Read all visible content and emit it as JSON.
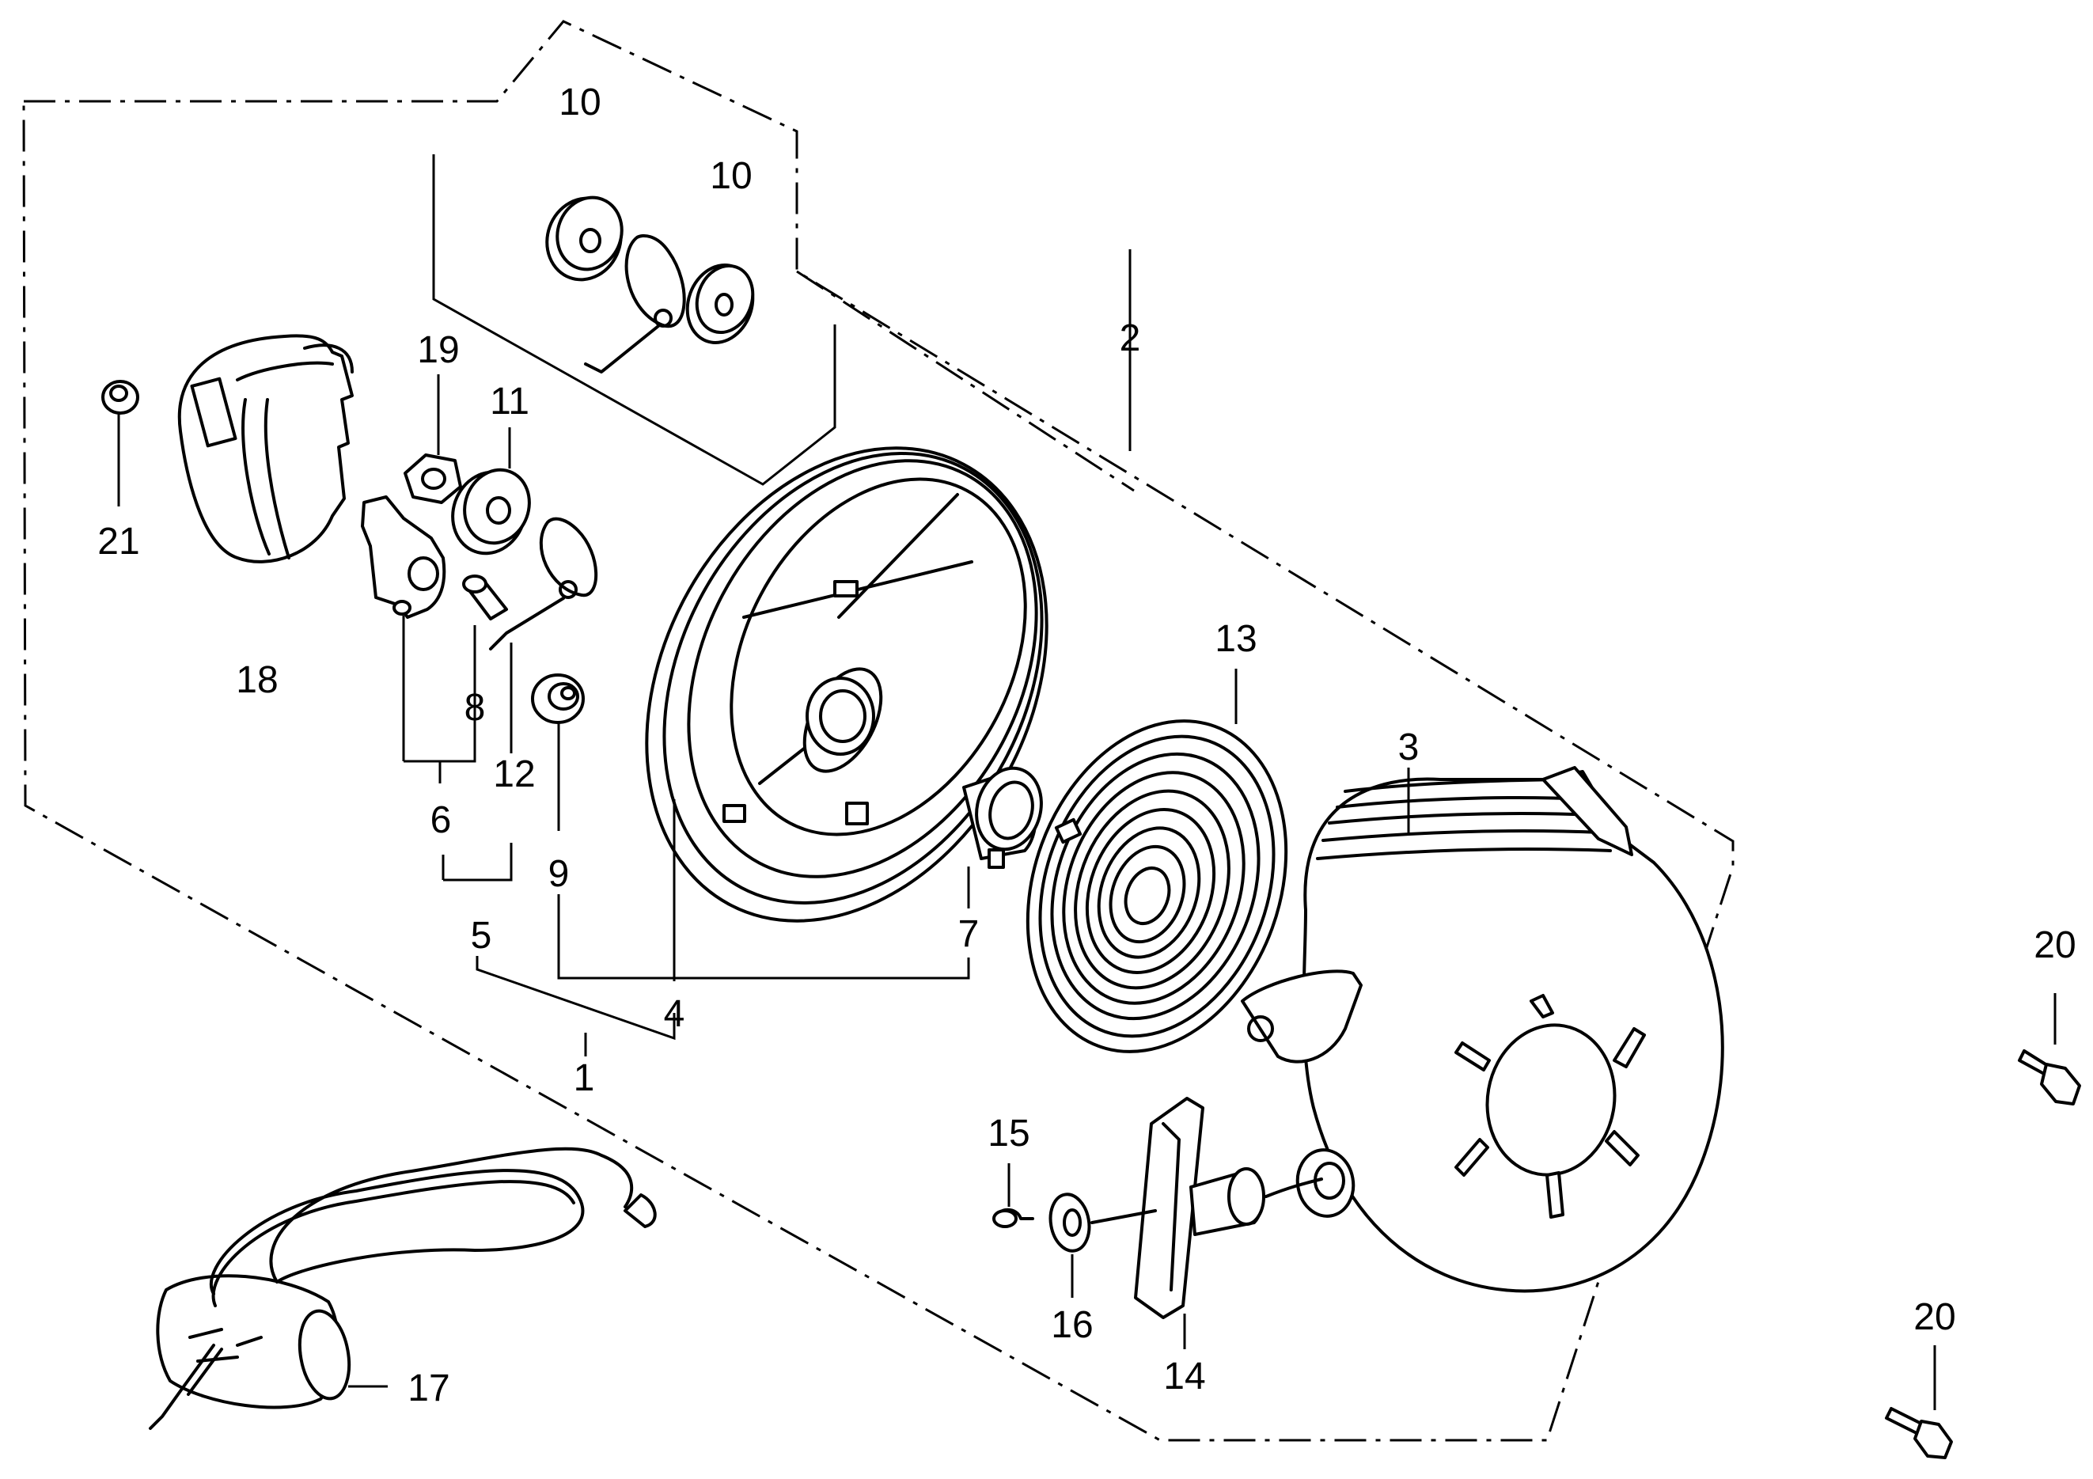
{
  "diagram": {
    "title": "Recoil starter exploded parts diagram",
    "callouts": {
      "c1": "1",
      "c2": "2",
      "c3": "3",
      "c4": "4",
      "c5": "5",
      "c6": "6",
      "c7": "7",
      "c8": "8",
      "c9": "9",
      "c10a": "10",
      "c10b": "10",
      "c11": "11",
      "c12": "12",
      "c13": "13",
      "c14": "14",
      "c15": "15",
      "c16": "16",
      "c17": "17",
      "c18": "18",
      "c19": "19",
      "c20a": "20",
      "c20b": "20",
      "c21": "21"
    }
  }
}
